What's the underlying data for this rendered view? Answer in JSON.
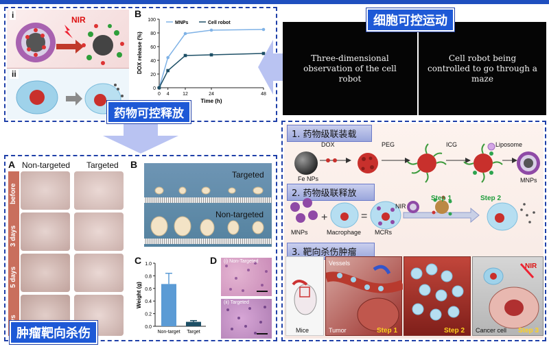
{
  "panels": {
    "release_title": "药物可控释放",
    "motion_title": "细胞可控运动",
    "tumor_title": "肿瘤靶向杀伤",
    "steps": [
      "1. 药物级联装载",
      "2. 药物级联释放",
      "3. 靶向杀伤肿瘤"
    ]
  },
  "release": {
    "sub_i": "i",
    "sub_ii": "ii",
    "nir": "NIR",
    "chart_letter": "B"
  },
  "motion": {
    "video1": "Three-dimensional observation of the cell robot",
    "video2": "Cell robot being controlled to go through a maze"
  },
  "loading": {
    "fe": "Fe NPs",
    "dox": "DOX",
    "peg": "PEG",
    "icg": "ICG",
    "liposome": "Liposome",
    "mnps": "MNPs"
  },
  "release2": {
    "mnps": "MNPs",
    "macrophage": "Macrophage",
    "mcrs": "MCRs",
    "nir": "NIR",
    "step1": "Step 1",
    "step2": "Step 2"
  },
  "killing": {
    "mice": "Mice",
    "vessels": "Vessels",
    "tumor": "Tumor",
    "step1": "Step 1",
    "step2": "Step 2",
    "cancer": "Cancer cell",
    "step3": "Step 3",
    "nir": "NIR"
  },
  "tumor": {
    "A": "A",
    "B": "B",
    "C": "C",
    "D": "D",
    "nontargeted": "Non-targeted",
    "targeted": "Targeted",
    "rows": [
      "before",
      "3 days",
      "5 days",
      "ays"
    ],
    "photo_targeted": "Targeted",
    "photo_nontargeted": "Non-targeted",
    "histo1": "(i) Non-Targeted",
    "histo2": "(ii) Targeted"
  },
  "chart_data": [
    {
      "type": "line",
      "title": "",
      "xlabel": "Time (h)",
      "ylabel": "DOX release (%)",
      "x": [
        0,
        4,
        12,
        24,
        48
      ],
      "xticks": [
        "0",
        "4",
        "12",
        "24",
        "48"
      ],
      "yticks": [
        "0",
        "20",
        "40",
        "60",
        "80",
        "100"
      ],
      "ylim": [
        0,
        100
      ],
      "legend": "top-left",
      "series": [
        {
          "name": "MNPs",
          "values": [
            0,
            44,
            79,
            84,
            85
          ],
          "color": "#7fb2e6"
        },
        {
          "name": "Cell robot",
          "values": [
            0,
            25,
            47,
            48,
            50
          ],
          "color": "#1d4f66"
        }
      ]
    },
    {
      "type": "bar",
      "title": "",
      "xlabel": "",
      "ylabel": "Weight (g)",
      "categories": [
        "Non-target",
        "Target"
      ],
      "values": [
        0.67,
        0.07
      ],
      "errors": [
        0.17,
        0.02
      ],
      "yticks": [
        "0.0",
        "0.2",
        "0.4",
        "0.6",
        "0.8",
        "1.0"
      ],
      "ylim": [
        0,
        1.0
      ],
      "colors": [
        "#5b9bd5",
        "#1d4f66"
      ]
    }
  ]
}
